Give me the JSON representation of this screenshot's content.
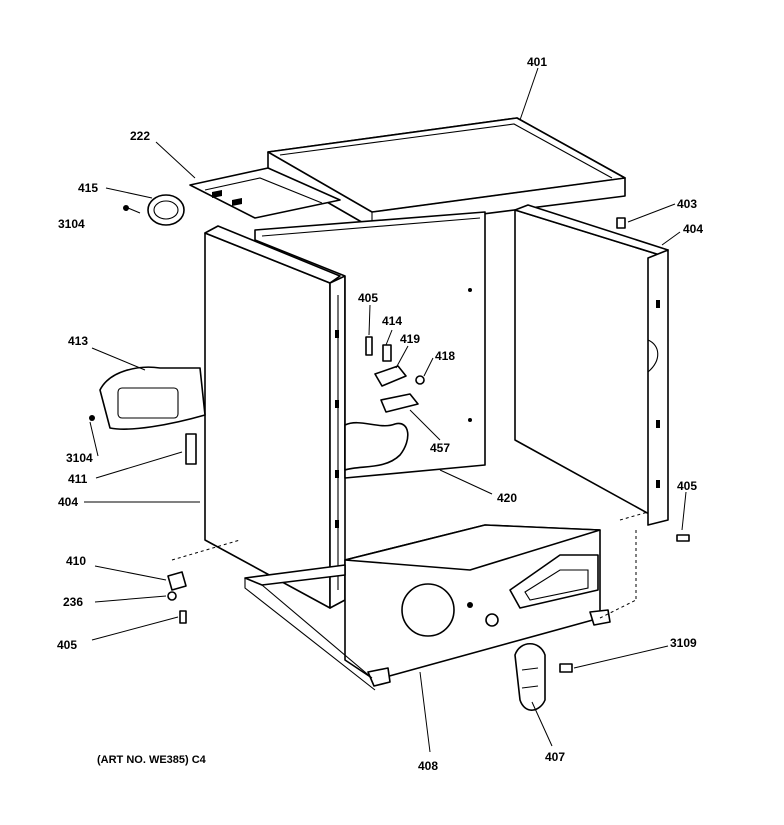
{
  "labels": {
    "p401": "401",
    "p222": "222",
    "p415": "415",
    "p3104_top": "3104",
    "p403": "403",
    "p404_right": "404",
    "p405_mid": "405",
    "p414": "414",
    "p419": "419",
    "p418": "418",
    "p413": "413",
    "p457": "457",
    "p3104_left": "3104",
    "p411": "411",
    "p420": "420",
    "p404_left": "404",
    "p405_right": "405",
    "p410": "410",
    "p236": "236",
    "p405_bottom": "405",
    "p3109": "3109",
    "p408": "408",
    "p407": "407"
  },
  "art_note": "(ART NO. WE385) C4"
}
